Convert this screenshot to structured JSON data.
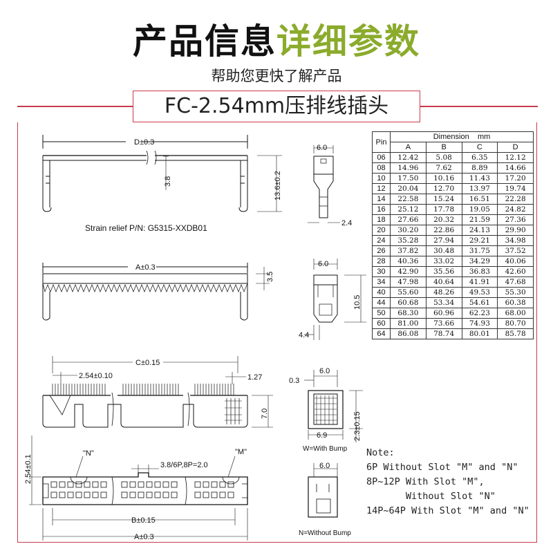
{
  "header": {
    "title_part1": "产品信息",
    "title_part2": "详细参数",
    "subtitle": "帮助您更快了解产品",
    "product_name": "FC-2.54mm压排线插头"
  },
  "drawing": {
    "dim_d": "D±0.3",
    "dim_3_8": "3.8",
    "dim_13_6": "13.6±0.2",
    "strain_relief": "Strain relief P/N:  G5315-XXDB01",
    "dim_a": "A±0.3",
    "dim_3_5": "3.5",
    "dim_6_0": "6.0",
    "dim_2_4": "2.4",
    "dim_10_5": "10.5",
    "dim_4_4": "4.4",
    "dim_c": "C±0.15",
    "dim_pitch": "2.54±0.10",
    "dim_1_27": "1.27",
    "dim_7_0": "7.0",
    "dim_0_3": "0.3",
    "dim_6_9": "6.9",
    "dim_2_3": "2.3±0.15",
    "with_bump": "W=With Bump",
    "dim_2_54": "2.54±0.1",
    "label_n": "\"N\"",
    "label_m": "\"M\"",
    "dim_slot": "3.8/6P,8P=2.0",
    "dim_b": "B±0.15",
    "without_bump": "N=Without Bump"
  },
  "table": {
    "pin_header": "Pin",
    "dimension_header": "Dimension",
    "unit": "mm",
    "columns": [
      "A",
      "B",
      "C",
      "D"
    ],
    "rows": [
      {
        "pin": "06",
        "a": "12.42",
        "b": "5.08",
        "c": "6.35",
        "d": "12.12"
      },
      {
        "pin": "08",
        "a": "14.96",
        "b": "7.62",
        "c": "8.89",
        "d": "14.66"
      },
      {
        "pin": "10",
        "a": "17.50",
        "b": "10.16",
        "c": "11.43",
        "d": "17.20"
      },
      {
        "pin": "12",
        "a": "20.04",
        "b": "12.70",
        "c": "13.97",
        "d": "19.74"
      },
      {
        "pin": "14",
        "a": "22.58",
        "b": "15.24",
        "c": "16.51",
        "d": "22.28"
      },
      {
        "pin": "16",
        "a": "25.12",
        "b": "17.78",
        "c": "19.05",
        "d": "24.82"
      },
      {
        "pin": "18",
        "a": "27.66",
        "b": "20.32",
        "c": "21.59",
        "d": "27.36"
      },
      {
        "pin": "20",
        "a": "30.20",
        "b": "22.86",
        "c": "24.13",
        "d": "29.90"
      },
      {
        "pin": "24",
        "a": "35.28",
        "b": "27.94",
        "c": "29.21",
        "d": "34.98"
      },
      {
        "pin": "26",
        "a": "37.82",
        "b": "30.48",
        "c": "31.75",
        "d": "37.52"
      },
      {
        "pin": "28",
        "a": "40.36",
        "b": "33.02",
        "c": "34.29",
        "d": "40.06"
      },
      {
        "pin": "30",
        "a": "42.90",
        "b": "35.56",
        "c": "36.83",
        "d": "42.60"
      },
      {
        "pin": "34",
        "a": "47.98",
        "b": "40.64",
        "c": "41.91",
        "d": "47.68"
      },
      {
        "pin": "40",
        "a": "55.60",
        "b": "48.26",
        "c": "49.53",
        "d": "55.30"
      },
      {
        "pin": "44",
        "a": "60.68",
        "b": "53.34",
        "c": "54.61",
        "d": "60.38"
      },
      {
        "pin": "50",
        "a": "68.30",
        "b": "60.96",
        "c": "62.23",
        "d": "68.00"
      },
      {
        "pin": "60",
        "a": "81.00",
        "b": "73.66",
        "c": "74.93",
        "d": "80.70"
      },
      {
        "pin": "64",
        "a": "86.08",
        "b": "78.74",
        "c": "80.01",
        "d": "85.78"
      }
    ]
  },
  "note": {
    "heading": "Note:",
    "line1": "6P Without Slot \"M\" and \"N\"",
    "line2": "8P~12P With Slot \"M\",",
    "line3": "       Without Slot \"N\"",
    "line4": "14P~64P With Slot \"M\" and \"N\""
  },
  "colors": {
    "accent_green": "#8bab2c",
    "frame_red": "#c83a4c"
  }
}
